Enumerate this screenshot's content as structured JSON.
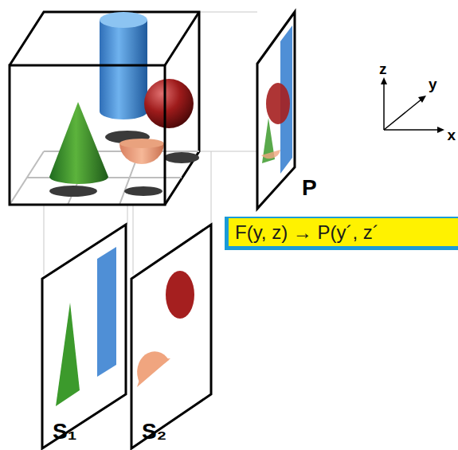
{
  "diagram": {
    "nodes": [
      {
        "text": [
          "F(y, z) → P(y´, z´"
        ]
      }
    ],
    "labels": [
      "z",
      "y",
      "x",
      "P",
      "S₁",
      "S₂"
    ]
  }
}
